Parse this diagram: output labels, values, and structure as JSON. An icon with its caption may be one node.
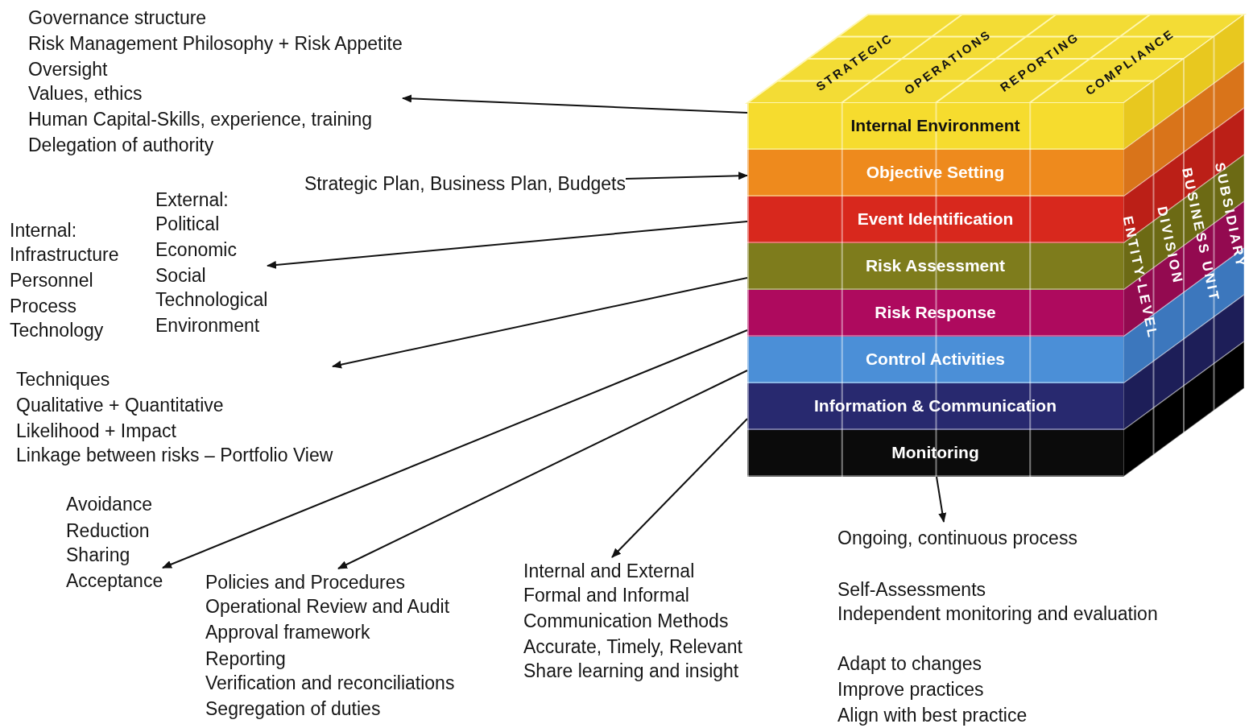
{
  "diagram": {
    "nodes": [
      {
        "text": [
          "Internal Environment"
        ]
      },
      {
        "text": [
          "Objective Setting"
        ]
      },
      {
        "text": [
          "Event Identification"
        ]
      },
      {
        "text": [
          "Risk Assessment"
        ]
      },
      {
        "text": [
          "Risk Response"
        ]
      },
      {
        "text": [
          "Control Activities"
        ]
      },
      {
        "text": [
          "Information & Communication"
        ]
      },
      {
        "text": [
          "Monitoring"
        ]
      },
      {
        "text": [
          "Governance structure",
          "Risk Management Philosophy + Risk Appetite",
          "Oversight",
          "Values, ethics",
          "Human Capital-Skills, experience, training",
          "Delegation of authority"
        ]
      },
      {
        "text": [
          "Strategic Plan, Business Plan, Budgets"
        ]
      },
      {
        "text": [
          "Internal:",
          "Infrastructure",
          "Personnel",
          "Process",
          "Technology",
          "External:",
          "Political",
          "Economic",
          "Social",
          "Technological",
          "Environment"
        ]
      },
      {
        "text": [
          "Techniques",
          "Qualitative + Quantitative",
          "Likelihood + Impact",
          "Linkage between risks – Portfolio View"
        ]
      },
      {
        "text": [
          "Avoidance",
          "Reduction",
          "Sharing",
          "Acceptance"
        ]
      },
      {
        "text": [
          "Policies and Procedures",
          "Operational Review and Audit",
          "Approval framework",
          "Reporting",
          "Verification and reconciliations",
          "Segregation of duties"
        ]
      },
      {
        "text": [
          "Internal and External",
          "Formal and Informal",
          "Communication Methods",
          "Accurate, Timely, Relevant",
          "Share learning and insight"
        ]
      },
      {
        "text": [
          "Ongoing, continuous process",
          "Self-Assessments",
          "Independent monitoring and evaluation",
          "Adapt to changes",
          "Improve practices",
          "Align with best practice"
        ]
      }
    ],
    "edges": [
      {
        "from": 0,
        "to": 8,
        "arrow": "to"
      },
      {
        "from": 9,
        "to": 1,
        "arrow": "to"
      },
      {
        "from": 2,
        "to": 10,
        "arrow": "to"
      },
      {
        "from": 3,
        "to": 11,
        "arrow": "to"
      },
      {
        "from": 4,
        "to": 12,
        "arrow": "to"
      },
      {
        "from": 5,
        "to": 13,
        "arrow": "to"
      },
      {
        "from": 6,
        "to": 14,
        "arrow": "to"
      },
      {
        "from": 7,
        "to": 15,
        "arrow": "to"
      }
    ],
    "labels": [
      "STRATEGIC",
      "OPERATIONS",
      "REPORTING",
      "COMPLIANCE",
      "ENTITY-LEVEL",
      "DIVISION",
      "BUSINESS UNIT",
      "SUBSIDIARY"
    ]
  }
}
